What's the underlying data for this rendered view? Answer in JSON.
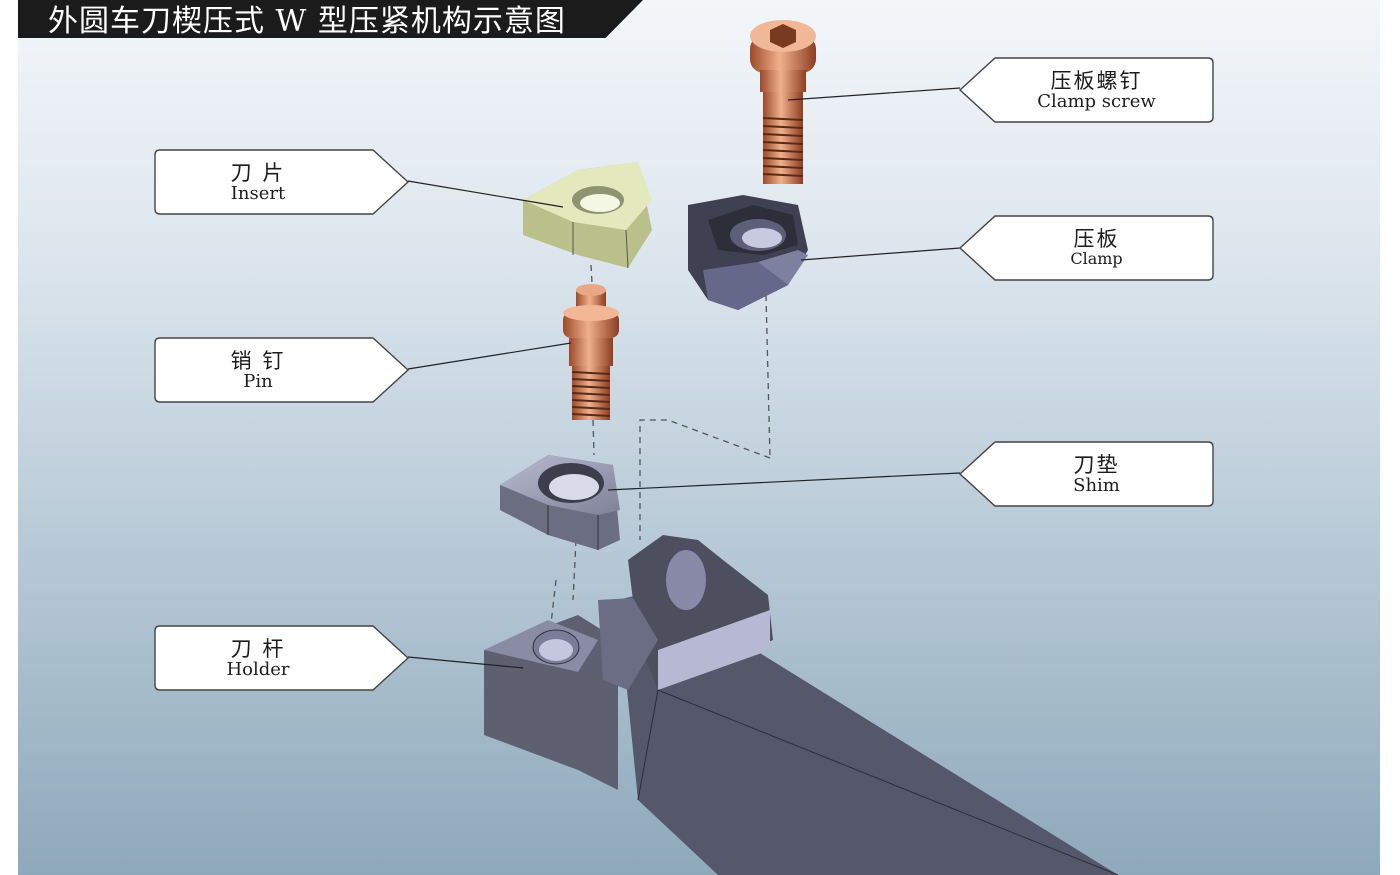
{
  "title": "外圆车刀楔压式 W 型压紧机构示意图",
  "colors": {
    "copper": "#d9825a",
    "insert": "#dfe6b4",
    "steel": "#5d5f6e",
    "steel_light": "#a3a5bf",
    "title_bar": "#1b1b1b"
  },
  "callouts": {
    "clamp_screw": {
      "cn": "压板螺钉",
      "en": "Clamp screw"
    },
    "insert": {
      "cn": "刀 片",
      "en": "Insert"
    },
    "clamp": {
      "cn": "压板",
      "en": "Clamp"
    },
    "pin": {
      "cn": "销 钉",
      "en": "Pin"
    },
    "shim": {
      "cn": "刀垫",
      "en": "Shim"
    },
    "holder": {
      "cn": "刀 杆",
      "en": "Holder"
    }
  }
}
